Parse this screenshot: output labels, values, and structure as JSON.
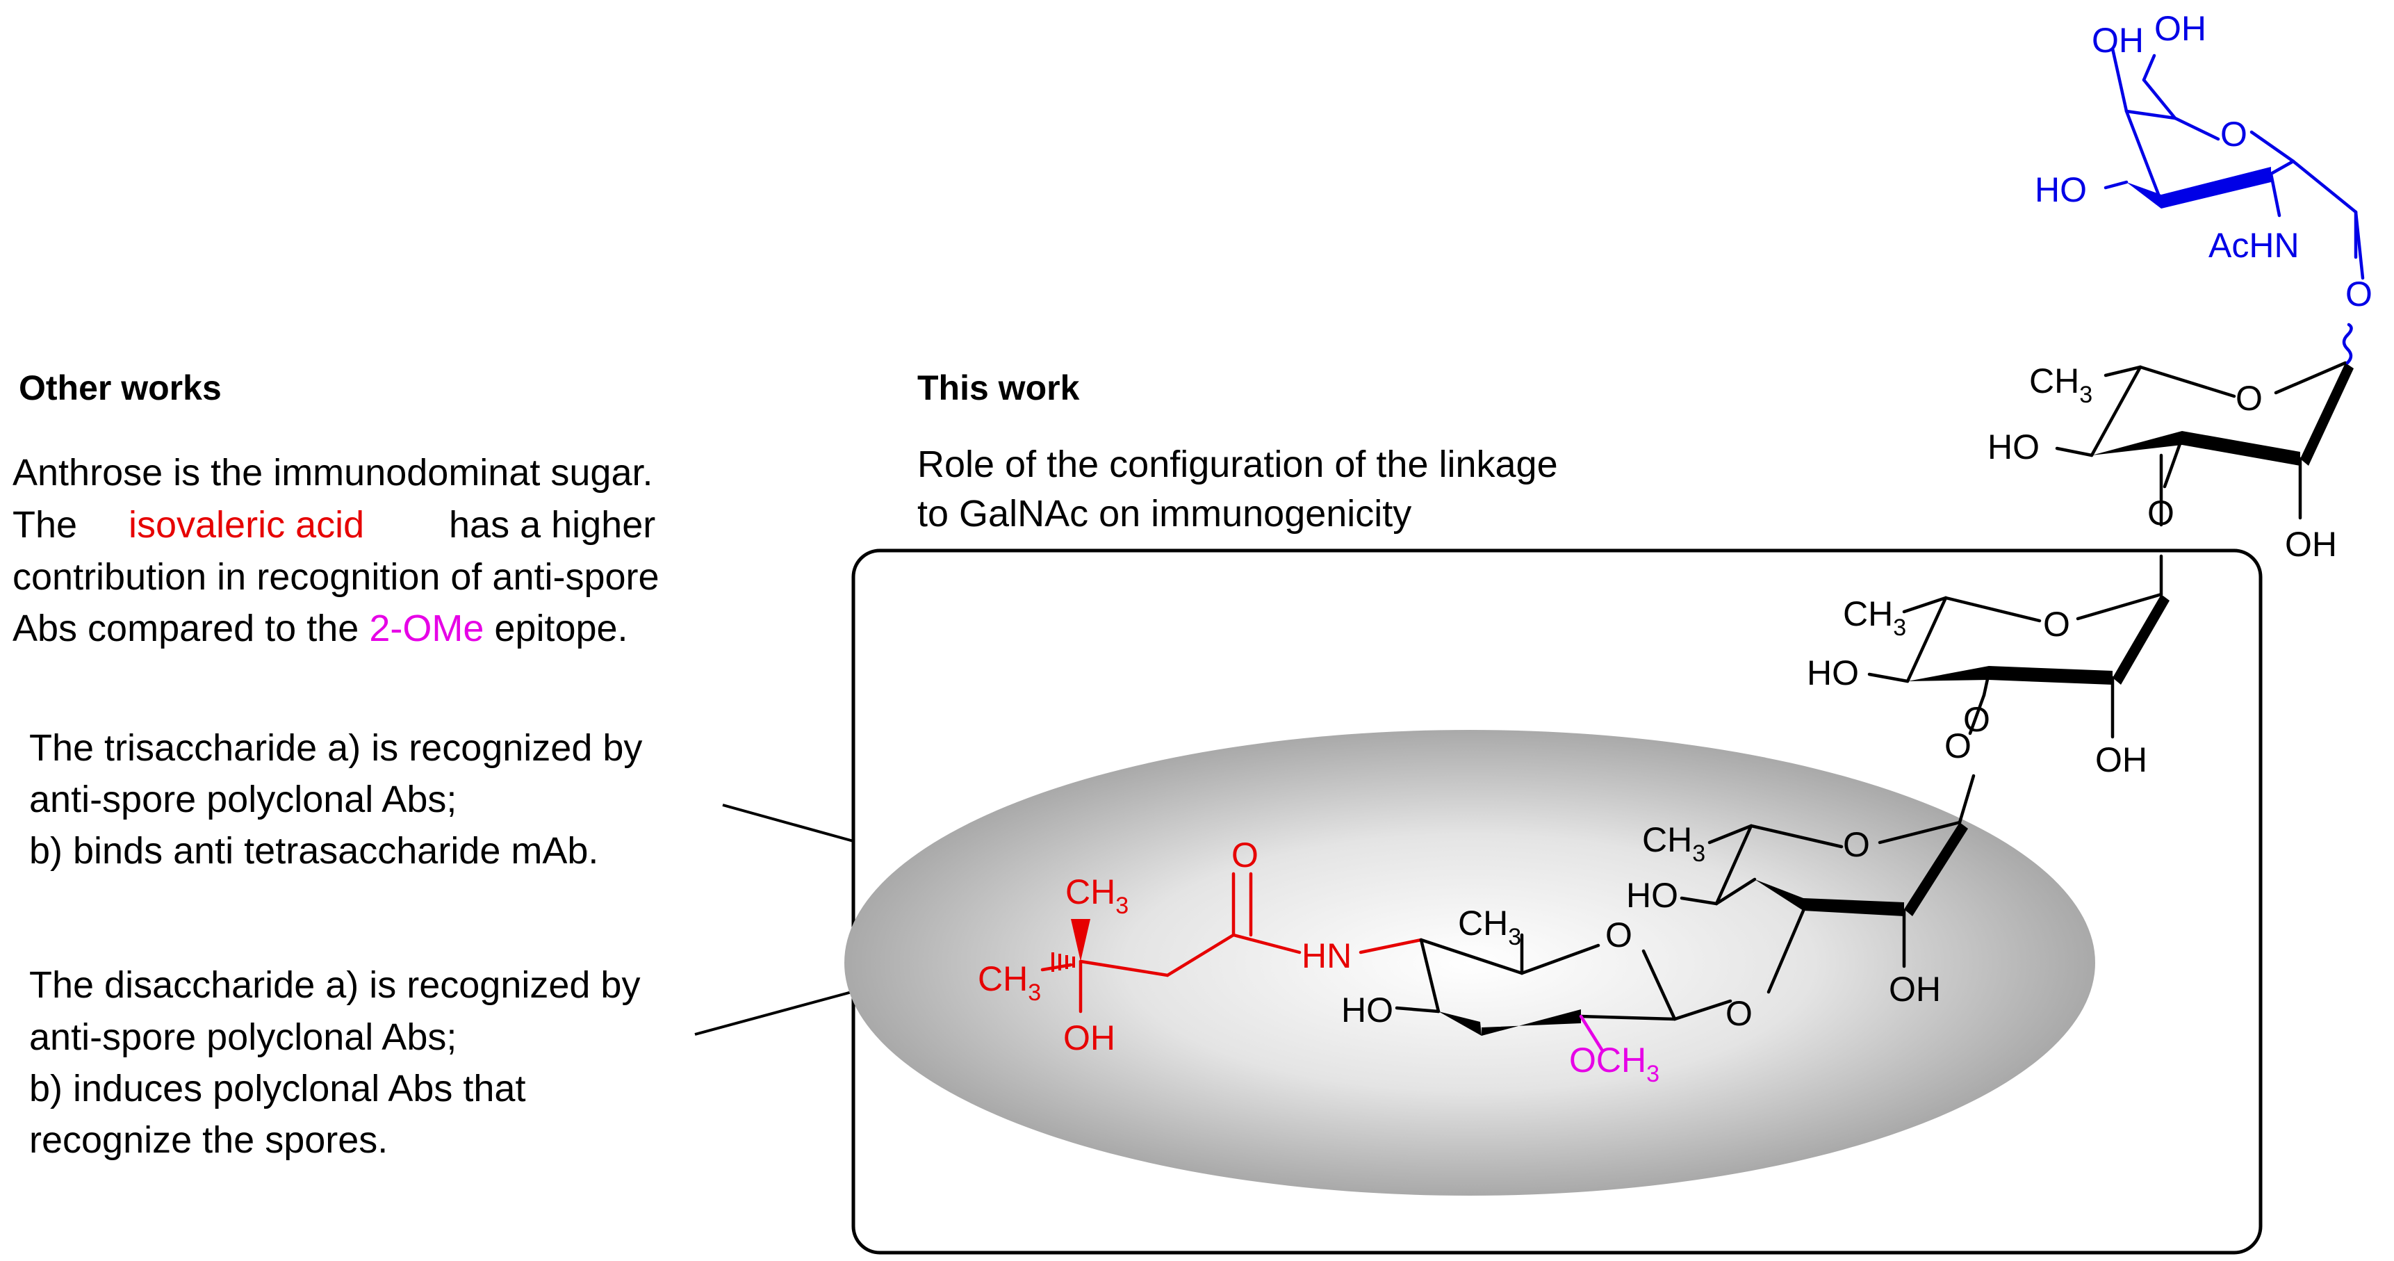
{
  "other_works": {
    "heading": "Other works",
    "para1_line1": "Anthrose is the immunodominat sugar.",
    "para1_line2_a": "The",
    "para1_line2_red": "isovaleric acid",
    "para1_line2_b": "has a higher",
    "para1_line3": "contribution in recognition of anti-spore",
    "para1_line4_a": "Abs compared to the",
    "para1_line4_mag": "2-OMe",
    "para1_line4_b": "epitope.",
    "tri_line1": "The trisaccharide a) is recognized by",
    "tri_line2": "anti-spore polyclonal Abs;",
    "tri_line3": "b) binds anti tetrasaccharide mAb.",
    "di_line1": "The disaccharide a) is recognized by",
    "di_line2": "anti-spore polyclonal Abs;",
    "di_line3": "b) induces polyclonal Abs that",
    "di_line4": "recognize the spores."
  },
  "this_work": {
    "heading": "This work",
    "line1": "Role of the configuration of the linkage",
    "line2": "to GalNAc on immunogenicity"
  },
  "atoms": {
    "OH": "OH",
    "HO": "HO",
    "O": "O",
    "AcHN": "AcHN",
    "CH": "CH",
    "three": "3",
    "HN": "HN",
    "OCH": "OCH"
  },
  "colors": {
    "isovaleric": "#e60000",
    "ome": "#e600e6",
    "galnac": "#0000e6",
    "black": "#000000"
  }
}
